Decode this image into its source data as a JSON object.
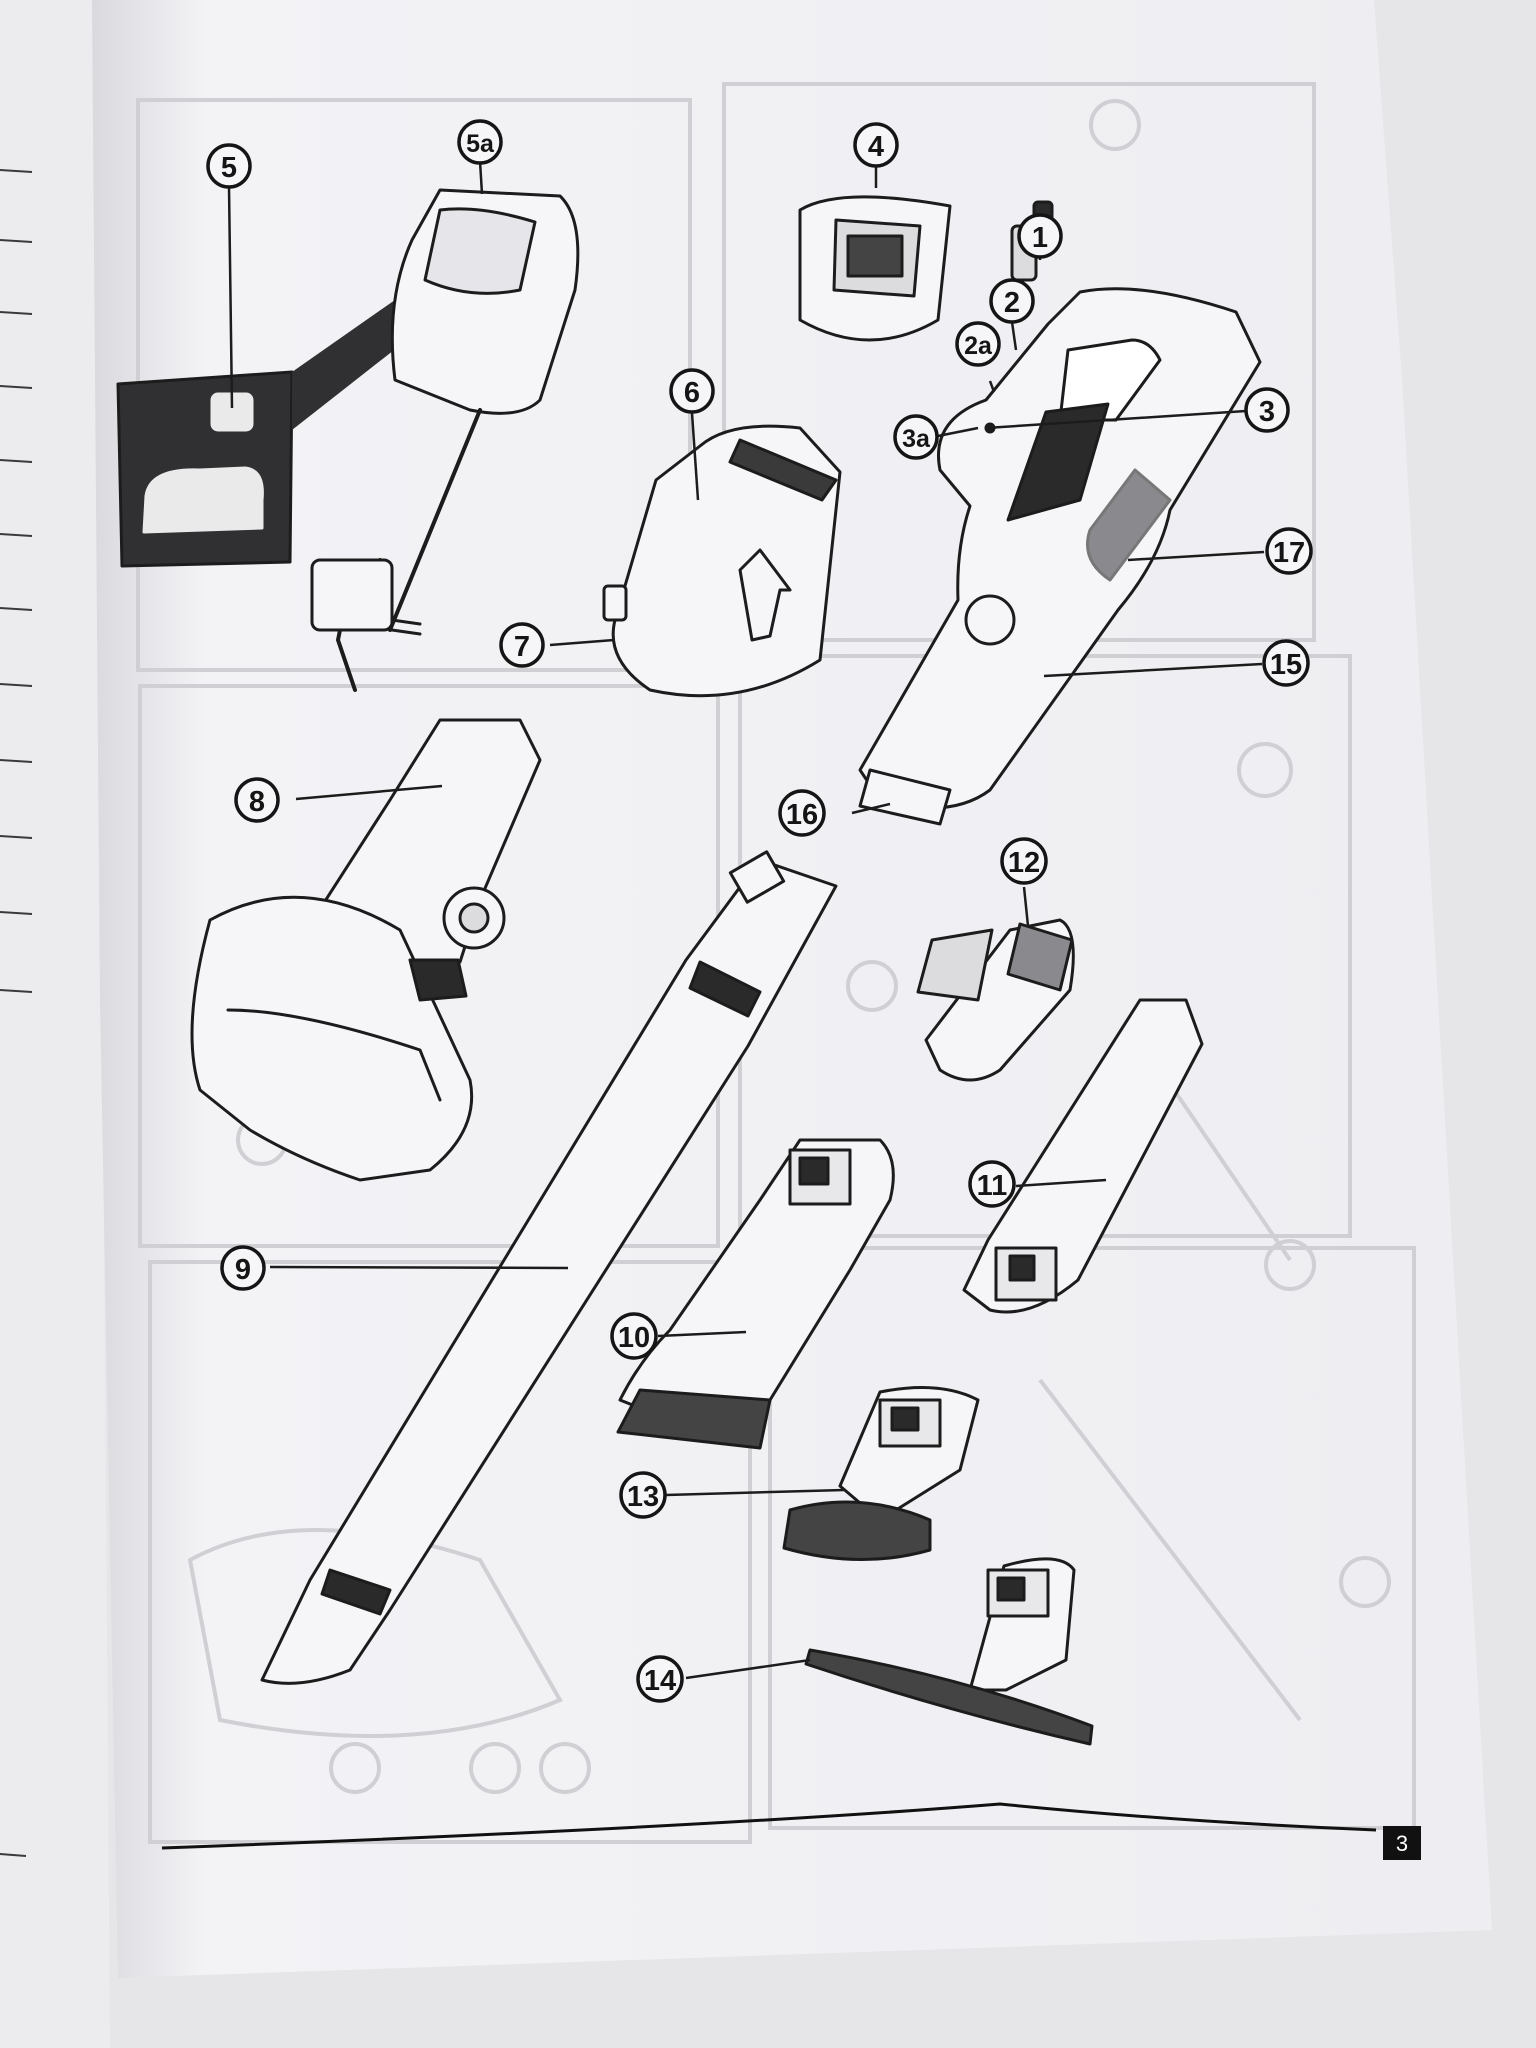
{
  "document": {
    "page_number": "3",
    "callouts": [
      {
        "id": "5",
        "label": "5"
      },
      {
        "id": "5a",
        "label": "5a"
      },
      {
        "id": "4",
        "label": "4"
      },
      {
        "id": "1",
        "label": "1"
      },
      {
        "id": "2",
        "label": "2"
      },
      {
        "id": "2a",
        "label": "2a"
      },
      {
        "id": "3",
        "label": "3"
      },
      {
        "id": "3a",
        "label": "3a"
      },
      {
        "id": "6",
        "label": "6"
      },
      {
        "id": "7",
        "label": "7"
      },
      {
        "id": "17",
        "label": "17"
      },
      {
        "id": "15",
        "label": "15"
      },
      {
        "id": "8",
        "label": "8"
      },
      {
        "id": "16",
        "label": "16"
      },
      {
        "id": "12",
        "label": "12"
      },
      {
        "id": "9",
        "label": "9"
      },
      {
        "id": "11",
        "label": "11"
      },
      {
        "id": "10",
        "label": "10"
      },
      {
        "id": "13",
        "label": "13"
      },
      {
        "id": "14",
        "label": "14"
      }
    ]
  },
  "colors": {
    "paper": "#f1f1f4",
    "ink": "#1c1c1c",
    "background": "#e4e4e6",
    "ghost": "#cfcfd4"
  }
}
